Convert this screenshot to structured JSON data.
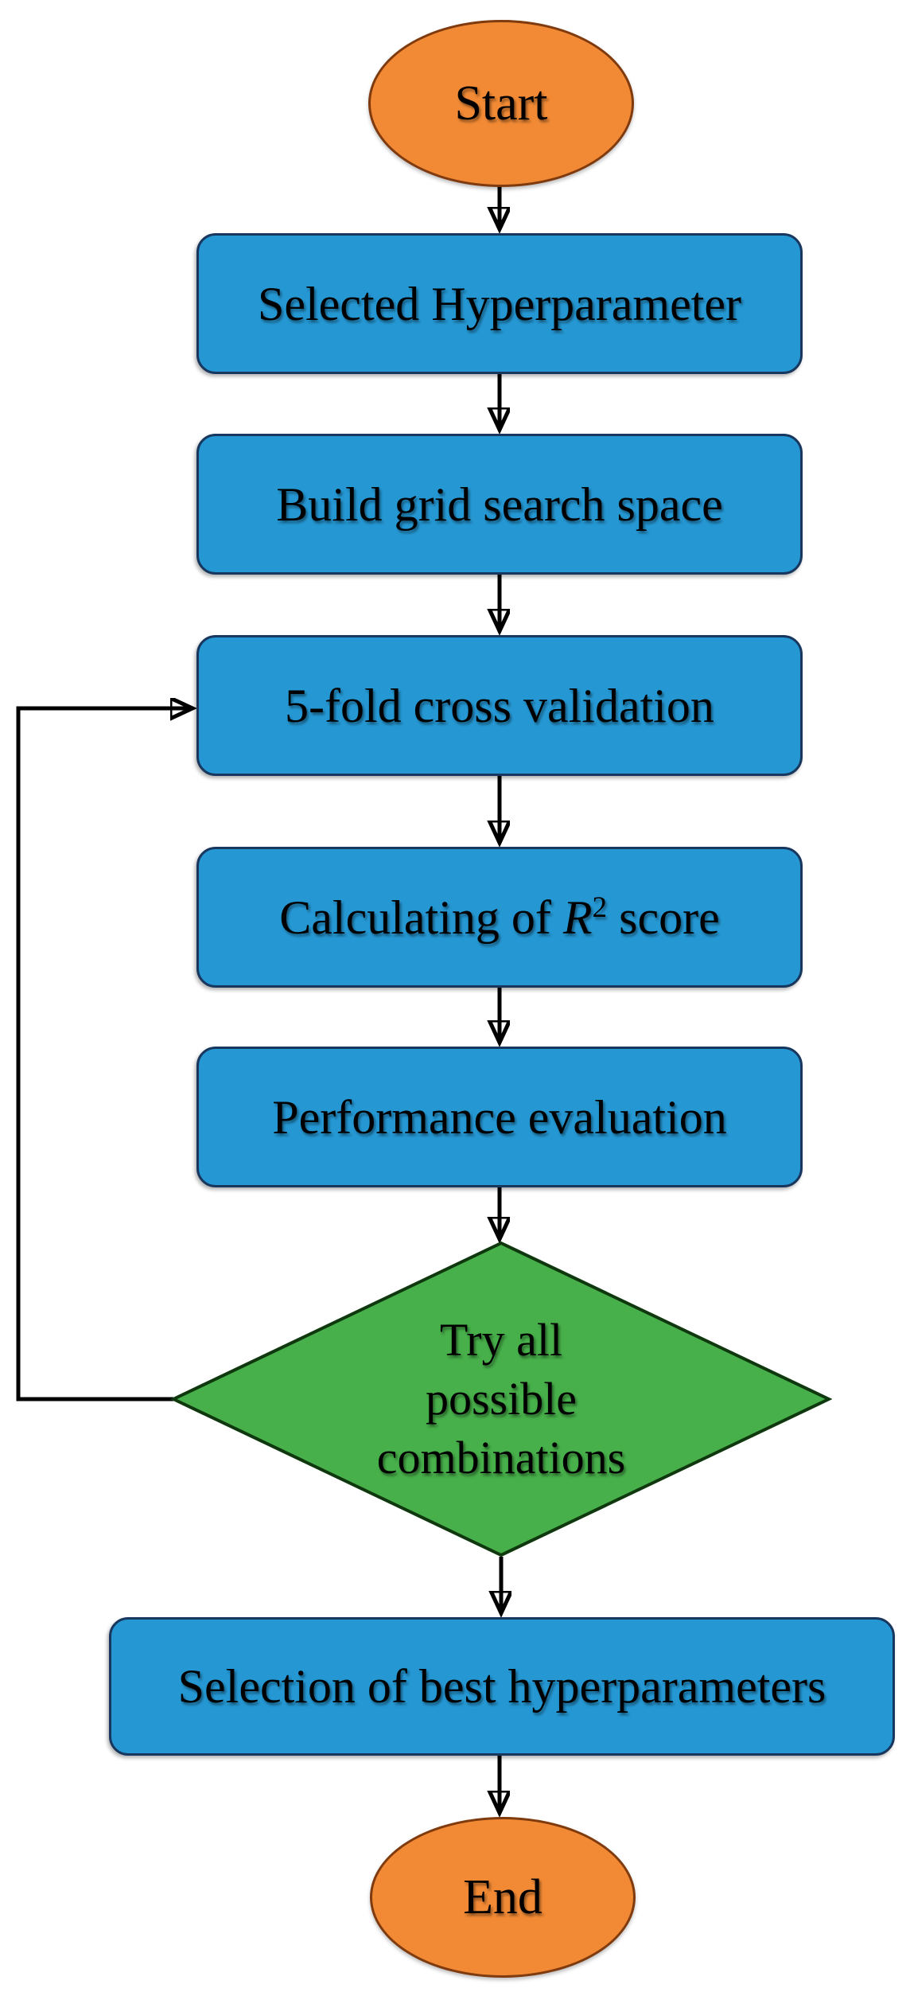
{
  "diagram": {
    "type": "flowchart",
    "colors": {
      "process_fill": "#2598D4",
      "process_border": "#17375E",
      "terminator_fill": "#F28A35",
      "terminator_border": "#7F3A0E",
      "decision_fill": "#47B04A",
      "decision_border": "#0F380F",
      "arrow": "#000000"
    },
    "nodes": {
      "start": {
        "type": "terminator",
        "label": "Start"
      },
      "selected_hyperparameter": {
        "type": "process",
        "label": "Selected Hyperparameter"
      },
      "build_grid_search_space": {
        "type": "process",
        "label": "Build grid search space"
      },
      "cross_validation": {
        "type": "process",
        "label": "5-fold cross validation"
      },
      "r2_score": {
        "type": "process",
        "label_prefix": "Calculating of ",
        "symbol": "R",
        "superscript": "2",
        "label_suffix": " score"
      },
      "performance_evaluation": {
        "type": "process",
        "label": "Performance evaluation"
      },
      "decision": {
        "type": "decision",
        "lines": [
          "Try all",
          "possible",
          "combinations"
        ]
      },
      "best_hyperparameters": {
        "type": "process",
        "label": "Selection of best hyperparameters"
      },
      "end": {
        "type": "terminator",
        "label": "End"
      }
    },
    "edges": [
      {
        "from": "start",
        "to": "selected_hyperparameter"
      },
      {
        "from": "selected_hyperparameter",
        "to": "build_grid_search_space"
      },
      {
        "from": "build_grid_search_space",
        "to": "cross_validation"
      },
      {
        "from": "cross_validation",
        "to": "r2_score"
      },
      {
        "from": "r2_score",
        "to": "performance_evaluation"
      },
      {
        "from": "performance_evaluation",
        "to": "decision"
      },
      {
        "from": "decision",
        "to": "cross_validation",
        "kind": "loop-back"
      },
      {
        "from": "decision",
        "to": "best_hyperparameters"
      },
      {
        "from": "best_hyperparameters",
        "to": "end"
      }
    ]
  }
}
